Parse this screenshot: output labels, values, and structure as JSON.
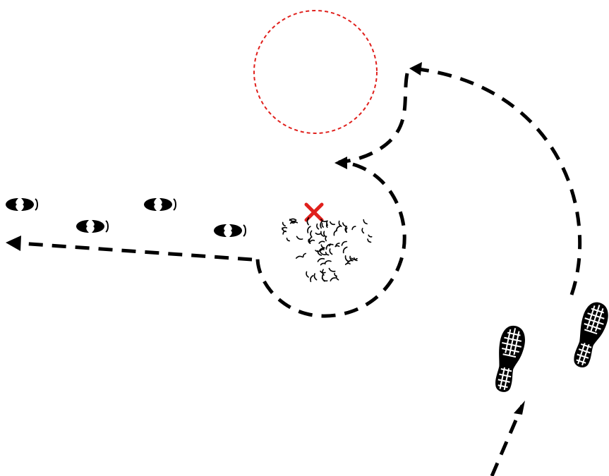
{
  "diagram": {
    "description_elements": {
      "target_circle": {
        "stroke_color": "#e0201c",
        "style": "dotted"
      },
      "marker": {
        "icon": "x-mark-icon",
        "color": "#e0201c"
      },
      "path_color": "#000000",
      "hoofprint_count": 4,
      "bootprint_count": 2,
      "scatter_icon": "disturbed-ground-icon"
    }
  }
}
